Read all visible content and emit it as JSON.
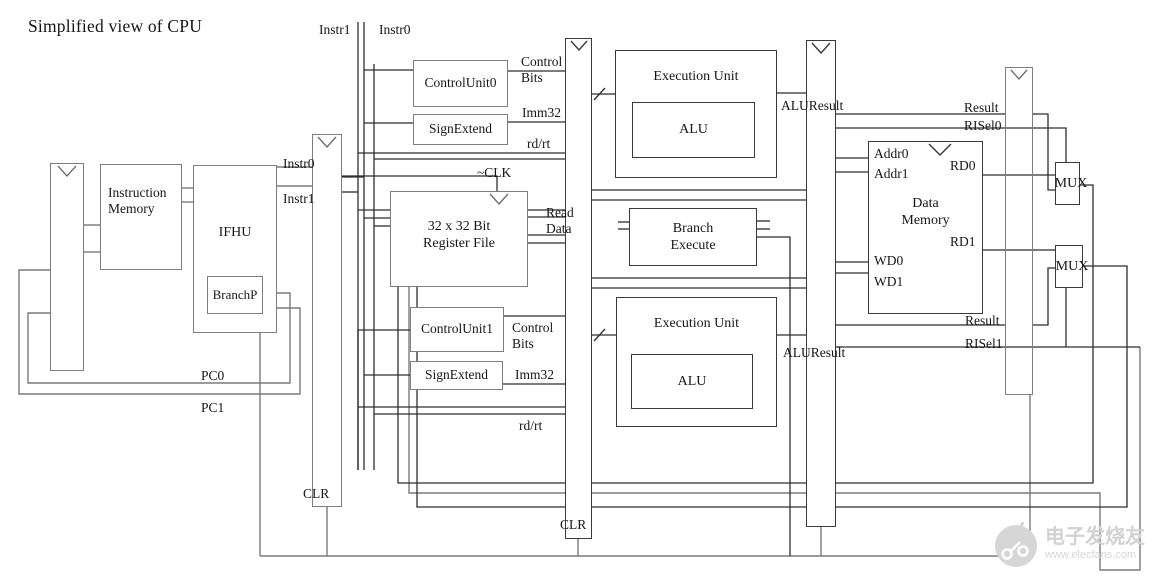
{
  "title": "Simplified view of CPU",
  "nodes": {
    "instruction_memory": "Instruction Memory",
    "ifhu": "IFHU",
    "branchp": "BranchP",
    "control_unit0": "ControlUnit0",
    "sign_extend0": "SignExtend",
    "register_file": "32 x 32 Bit Register File",
    "control_unit1": "ControlUnit1",
    "sign_extend1": "SignExtend",
    "execution_unit0": "Execution Unit",
    "alu0": "ALU",
    "branch_execute": "Branch Execute",
    "execution_unit1": "Execution Unit",
    "alu1": "ALU",
    "data_memory": "Data Memory",
    "mux0": "MUX",
    "mux1": "MUX"
  },
  "ports": {
    "addr0": "Addr0",
    "addr1": "Addr1",
    "wd0": "WD0",
    "wd1": "WD1",
    "rd0": "RD0",
    "rd1": "RD1"
  },
  "labels": {
    "instr1_top": "Instr1",
    "instr0_top": "Instr0",
    "control_bits0": "Control Bits",
    "imm32_0": "Imm32",
    "rdrt0": "rd/rt",
    "nclk": "~CLK",
    "instr0_mid": "Instr0",
    "instr1_mid": "Instr1",
    "read_data": "Read Data",
    "alu_result0": "ALUResult",
    "result0": "Result",
    "risel0": "RISel0",
    "control_bits1": "Control Bits",
    "imm32_1": "Imm32",
    "rdrt1": "rd/rt",
    "alu_result1": "ALUResult",
    "result1": "Result",
    "risel1": "RISel1",
    "pc0": "PC0",
    "pc1": "PC1",
    "clr0": "CLR",
    "clr1": "CLR"
  },
  "watermark": {
    "name": "电子发烧友",
    "site": "www.elecfans.com"
  },
  "colors": {
    "wire_dark": "#2e2e2e",
    "wire_gray": "#7a7a7a",
    "text": "#161616",
    "watermark_gray": "#d2d2d2"
  }
}
